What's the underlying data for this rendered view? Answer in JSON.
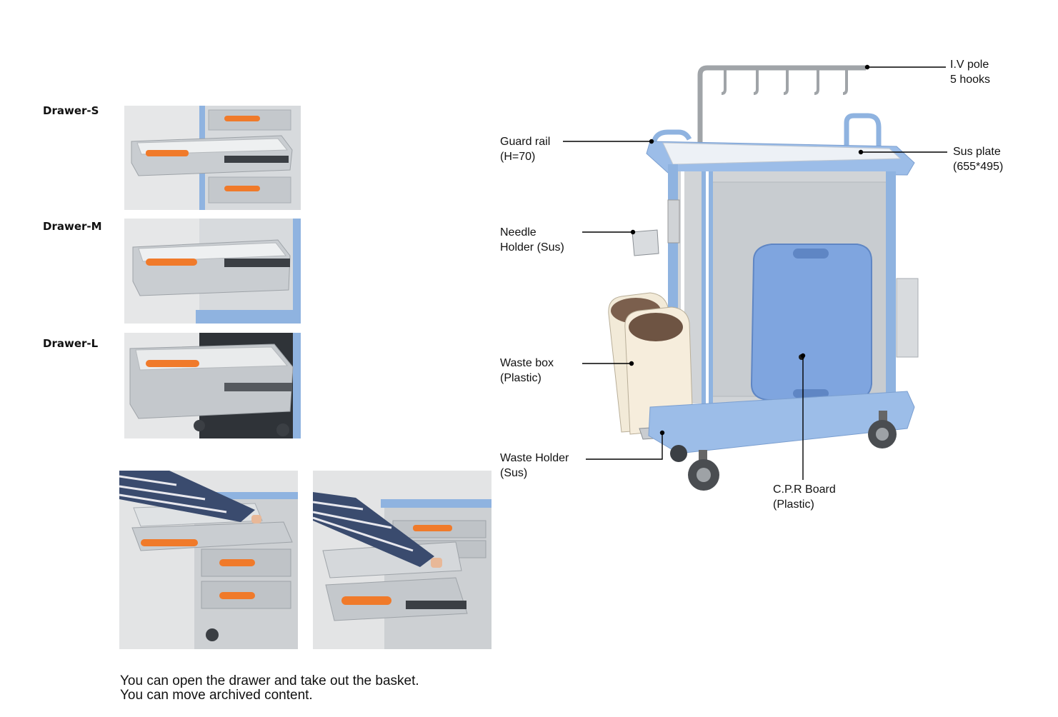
{
  "drawers": [
    {
      "label": "Drawer-S"
    },
    {
      "label": "Drawer-M"
    },
    {
      "label": "Drawer-L"
    }
  ],
  "callouts": {
    "iv_pole": "I.V pole\n5 hooks",
    "guard_rail": "Guard rail\n(H=70)",
    "sus_plate": "Sus plate\n(655*495)",
    "needle_holder": "Needle\nHolder (Sus)",
    "waste_box": "Waste box\n(Plastic)",
    "waste_holder": "Waste Holder\n(Sus)",
    "cpr_board": "C.P.R Board\n(Plastic)"
  },
  "caption": "You can open the drawer and take out the basket.\nYou can move archived content.",
  "colors": {
    "accent_orange": "#f07a2a",
    "frame_blue": "#8fb3e0",
    "board_blue": "#7fa5df",
    "panel_gray": "#c8ccd0"
  }
}
